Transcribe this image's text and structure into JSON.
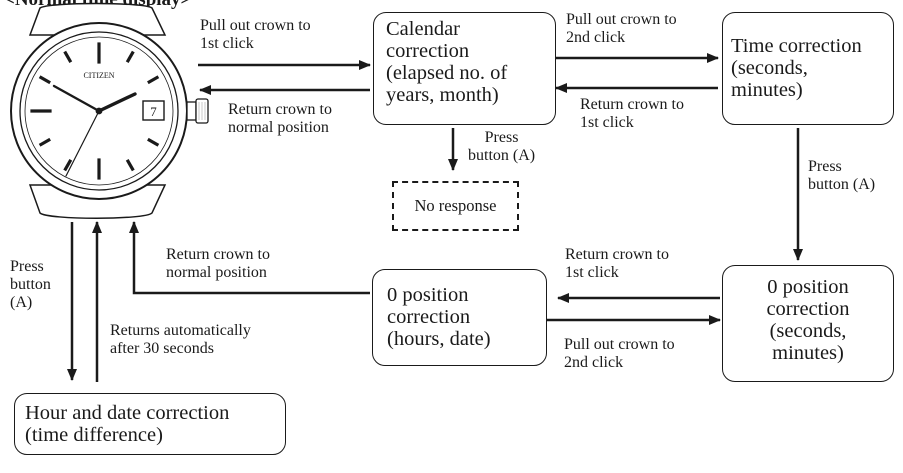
{
  "heading": "<Normal time display>",
  "watch": {
    "brand": "CITIZEN",
    "date": "7"
  },
  "boxes": {
    "calendar": [
      "Calendar",
      "correction",
      "(elapsed no. of",
      "years, month)"
    ],
    "time": [
      "Time correction",
      "(seconds,",
      "minutes)"
    ],
    "zero_sec": [
      "0 position",
      "correction",
      "(seconds,",
      "minutes)"
    ],
    "zero_hour": [
      "0 position",
      "correction",
      "(hours, date)"
    ],
    "hour_date": [
      "Hour and date correction",
      "(time difference)"
    ],
    "no_response": "No response"
  },
  "labels": {
    "pull_first": [
      "Pull out crown to",
      "1st click"
    ],
    "return_normal_top": [
      "Return crown to",
      "normal position"
    ],
    "pull_second_top": [
      "Pull out crown to",
      "2nd click"
    ],
    "return_first_top": [
      "Return crown to",
      "1st click"
    ],
    "press_mid": [
      "Press",
      "button (A)"
    ],
    "press_right": [
      "Press",
      "button (A)"
    ],
    "return_first_bottom": [
      "Return crown to",
      "1st click"
    ],
    "pull_second_bottom": [
      "Pull out crown to",
      "2nd click"
    ],
    "return_normal_bottom": [
      "Return crown to",
      "normal position"
    ],
    "press_left": [
      "Press",
      "button",
      "(A)"
    ],
    "returns_auto": [
      "Returns automatically",
      "after 30 seconds"
    ]
  }
}
